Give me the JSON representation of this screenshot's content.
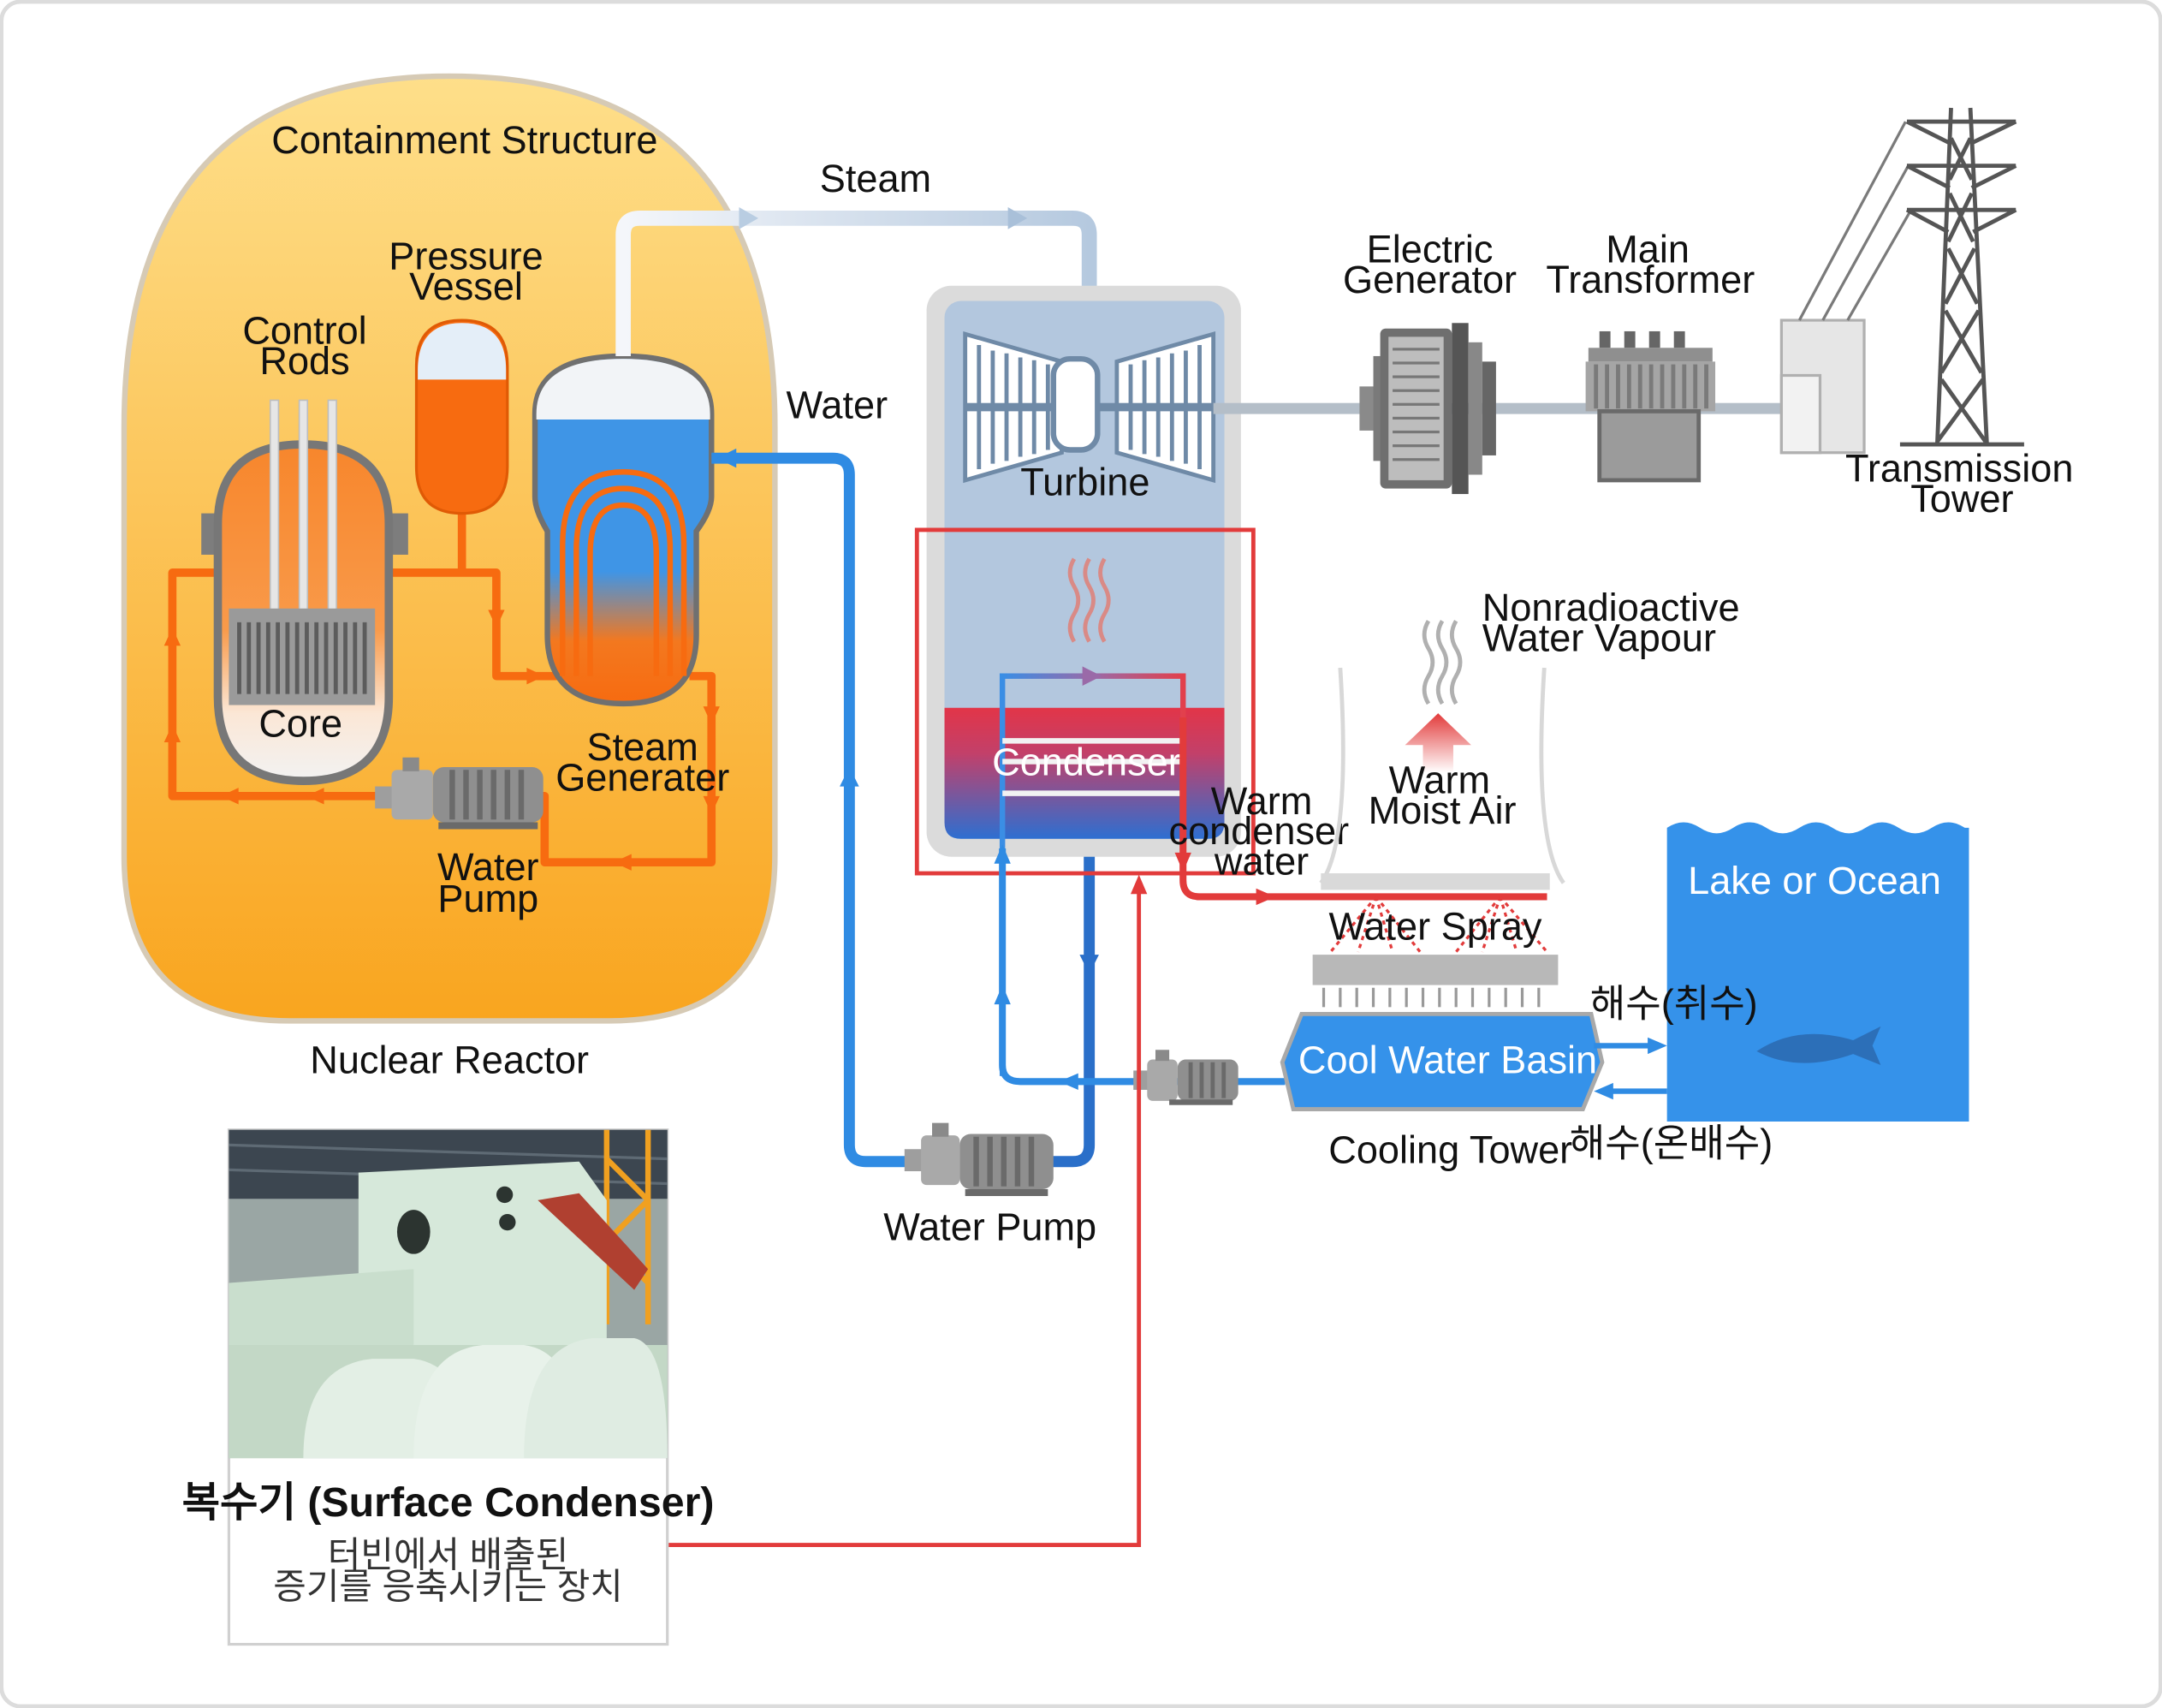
{
  "labels": {
    "containment": "Containment Structure",
    "pressure_vessel_1": "Pressure",
    "pressure_vessel_2": "Vessel",
    "control_rods_1": "Control",
    "control_rods_2": "Rods",
    "core": "Core",
    "steam_gen_1": "Steam",
    "steam_gen_2": "Generater",
    "water_pump_1": "Water",
    "water_pump_2": "Pump",
    "nuclear_reactor": "Nuclear Reactor",
    "steam": "Steam",
    "water": "Water",
    "turbine": "Turbine",
    "condenser": "Condenser",
    "electric_gen_1": "Electric",
    "electric_gen_2": "Generator",
    "main_transformer_1": "Main",
    "main_transformer_2": "Transformer",
    "transmission_1": "Transmission",
    "transmission_2": "Tower",
    "vapour_1": "Nonradioactive",
    "vapour_2": "Water Vapour",
    "warm_air_1": "Warm",
    "warm_air_2": "Moist Air",
    "warm_cond_1": "Warm",
    "warm_cond_2": "condenser",
    "warm_cond_3": "water",
    "water_spray": "Water Spray",
    "cool_basin": "Cool Water Basin",
    "cooling_tower": "Cooling Tower",
    "lake": "Lake or Ocean",
    "seawater_in": "해수(취수)",
    "seawater_out": "해수(온배수)",
    "main_water_pump": "Water Pump"
  },
  "info_card": {
    "title": "복수기 (Surface Condenser)",
    "desc_1": "터빈에서 배출된",
    "desc_2": "증기를 응축시키는 장치"
  },
  "colors": {
    "orange": "#f76b10",
    "blue": "#2f8be3",
    "red": "#e23b3b",
    "steam": "#c7d7ea",
    "containment": "#fbbf3c"
  }
}
